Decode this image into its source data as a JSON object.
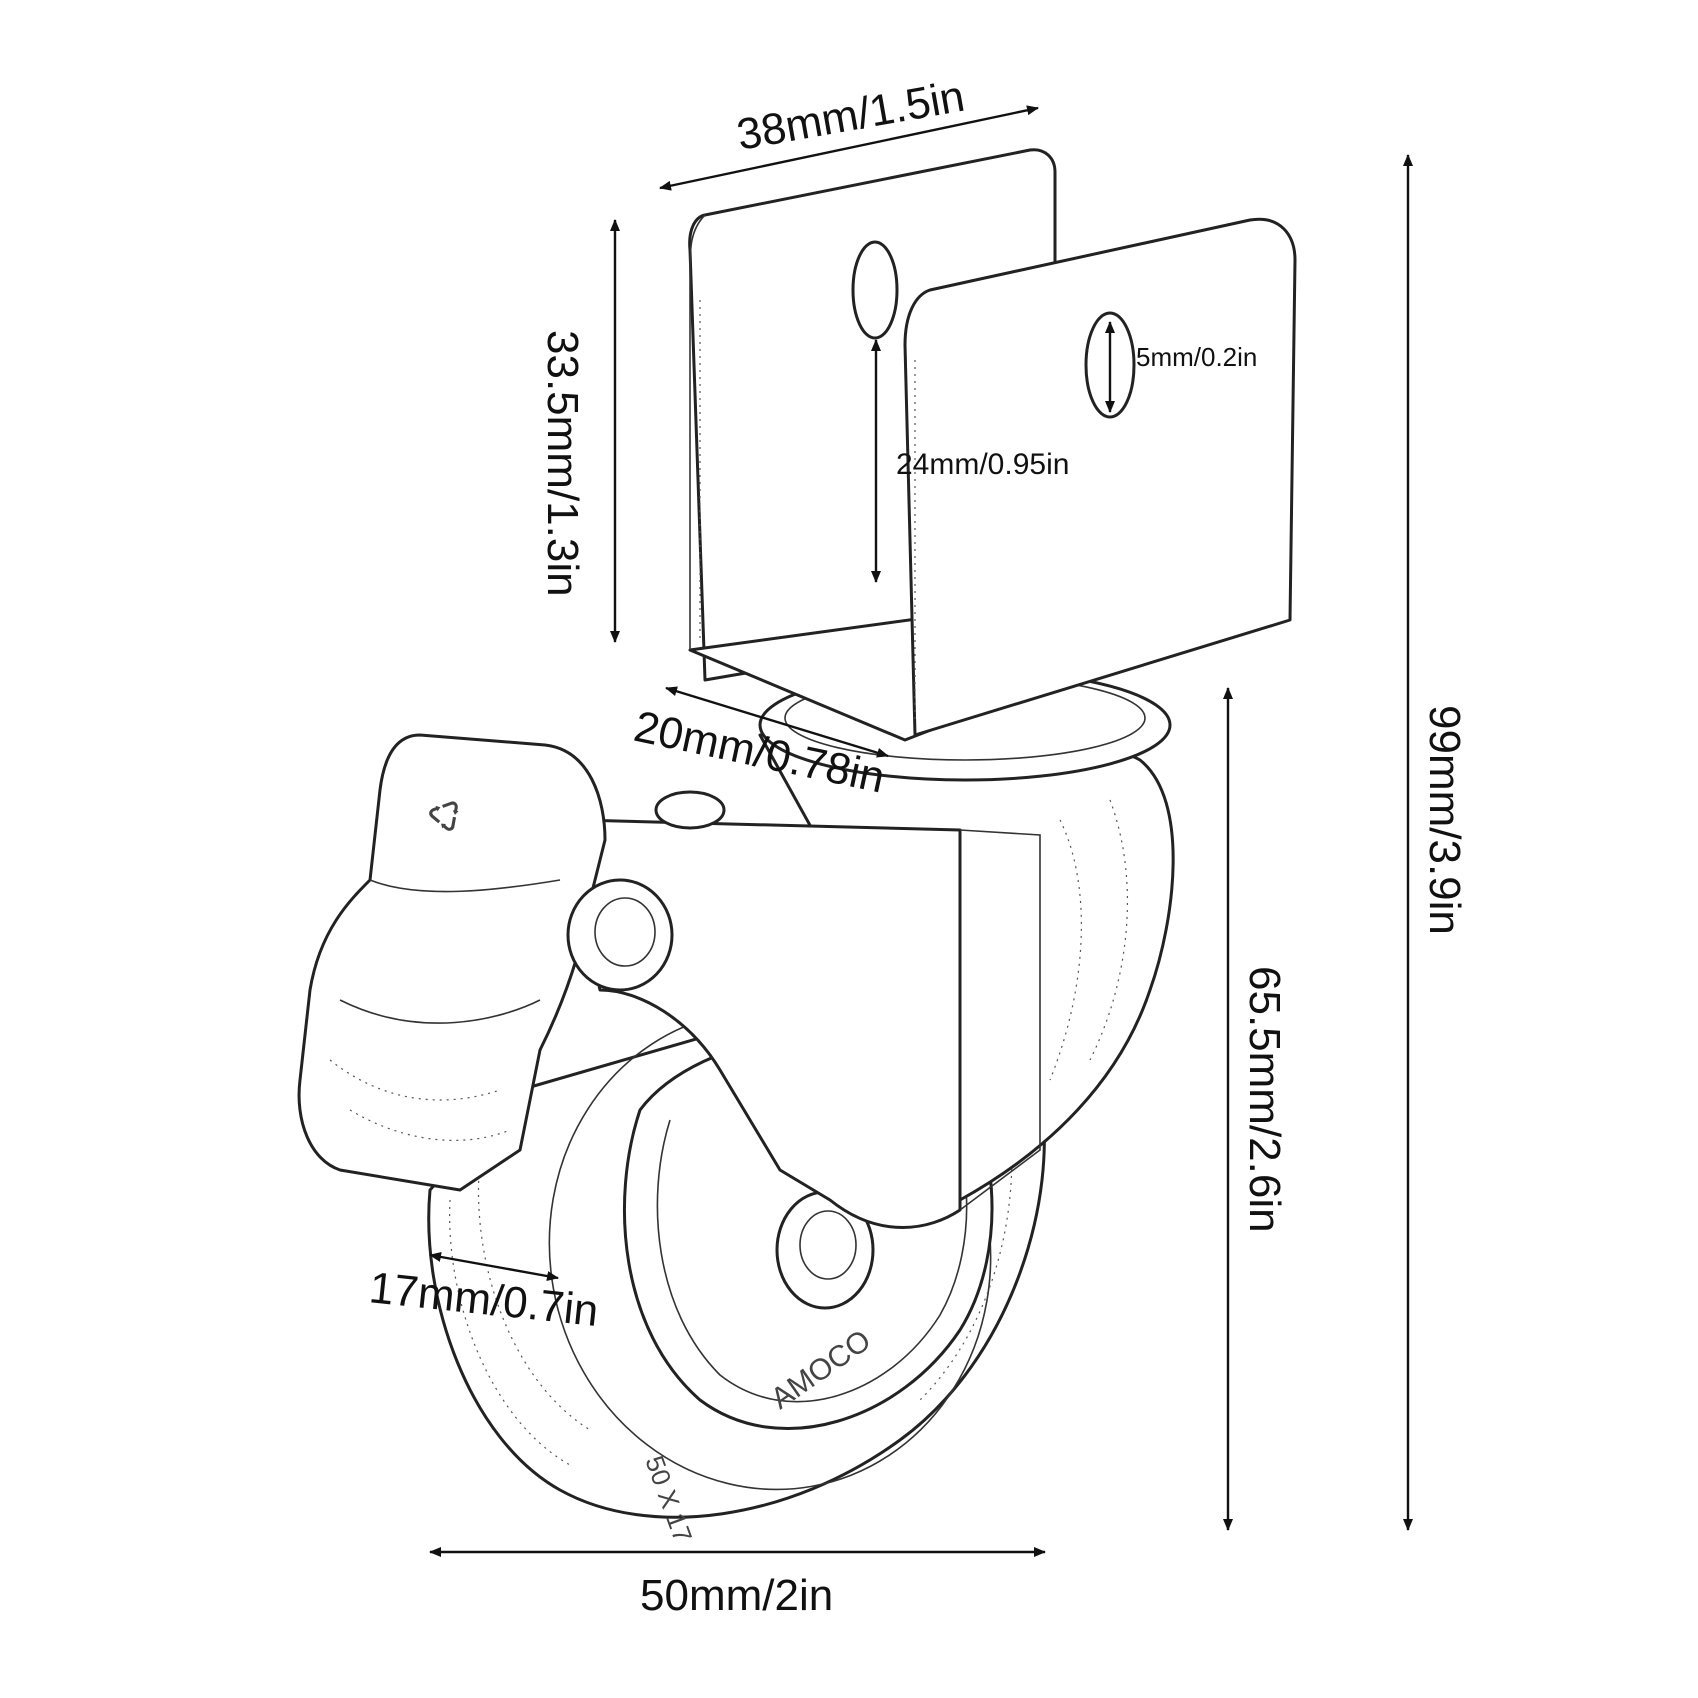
{
  "dimensions": {
    "top_width": "38mm/1.5in",
    "bracket_height": "33.5mm/1.3in",
    "slot_size": "5mm/0.2in",
    "inner_height": "24mm/0.95in",
    "stem_width": "20mm/0.78in",
    "wheel_height": "65.5mm/2.6in",
    "total_height": "99mm/3.9in",
    "tread_width": "17mm/0.7in",
    "wheel_diameter": "50mm/2in"
  },
  "wheel_markings": {
    "size": "50 X 17",
    "brand": "AMOCO"
  }
}
